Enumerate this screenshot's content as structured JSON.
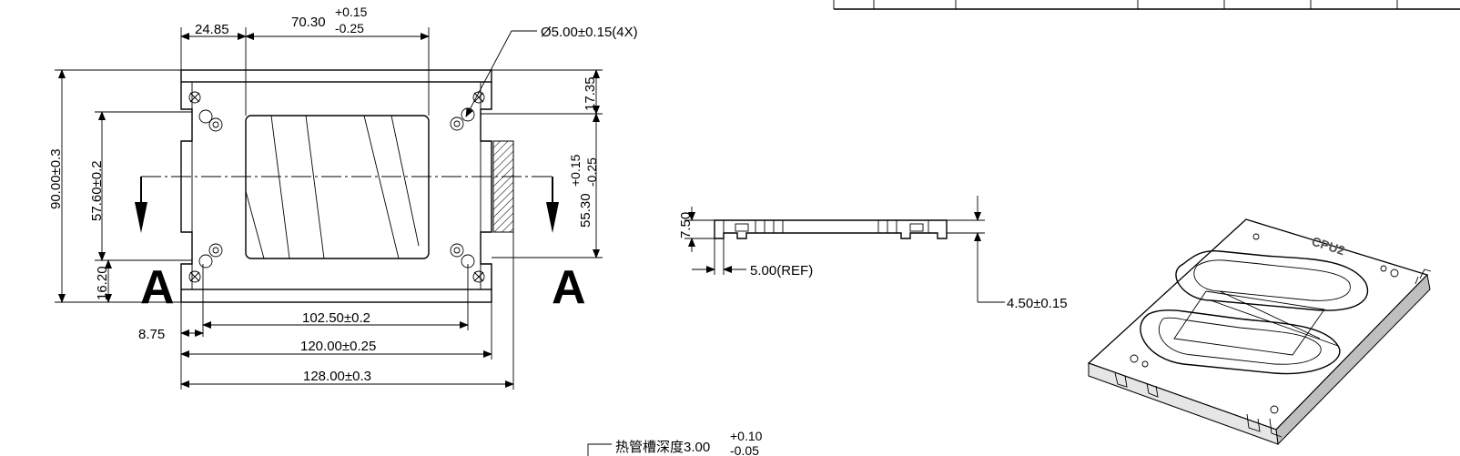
{
  "section_label_left": "A",
  "section_label_right": "A",
  "dims": {
    "top_left": "24.85",
    "top_center": "70.30",
    "top_center_plus": "+0.15",
    "top_center_minus": "-0.25",
    "hole": "Ø5.00±0.15(4X)",
    "height_total": "90.00±0.3",
    "height_inner": "57.60±0.2",
    "bottom_offset": "16.20",
    "right_top": "17.35",
    "right_height": "55.30",
    "right_height_plus": "+0.15",
    "right_height_minus": "-0.25",
    "hole_offset": "8.75",
    "width_holes": "102.50±0.2",
    "width_inner": "120.00±0.25",
    "width_total": "128.00±0.3",
    "side_height": "7.50",
    "side_ref": "5.00(REF)",
    "side_depth": "4.50±0.15",
    "groove_depth": "热管槽深度3.00",
    "groove_plus": "+0.10",
    "groove_minus": "-0.05"
  },
  "iso_label": "CPU2"
}
